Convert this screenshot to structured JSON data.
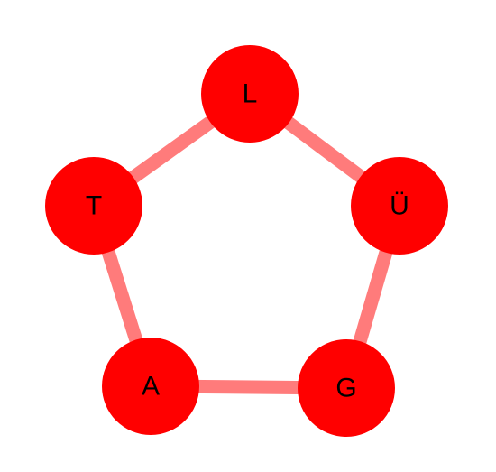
{
  "colors": {
    "node_fill": "#ff0000",
    "edge_stroke": "#ff7b7b",
    "label_color": "#000000",
    "background": "#ffffff"
  },
  "graph": {
    "nodes": [
      {
        "id": "L",
        "label": "L"
      },
      {
        "id": "U",
        "label": "Ü"
      },
      {
        "id": "G",
        "label": "G"
      },
      {
        "id": "A",
        "label": "A"
      },
      {
        "id": "T",
        "label": "T"
      }
    ],
    "edges": [
      {
        "from": "L",
        "to": "U"
      },
      {
        "from": "U",
        "to": "G"
      },
      {
        "from": "G",
        "to": "A"
      },
      {
        "from": "A",
        "to": "T"
      },
      {
        "from": "T",
        "to": "L"
      }
    ]
  }
}
